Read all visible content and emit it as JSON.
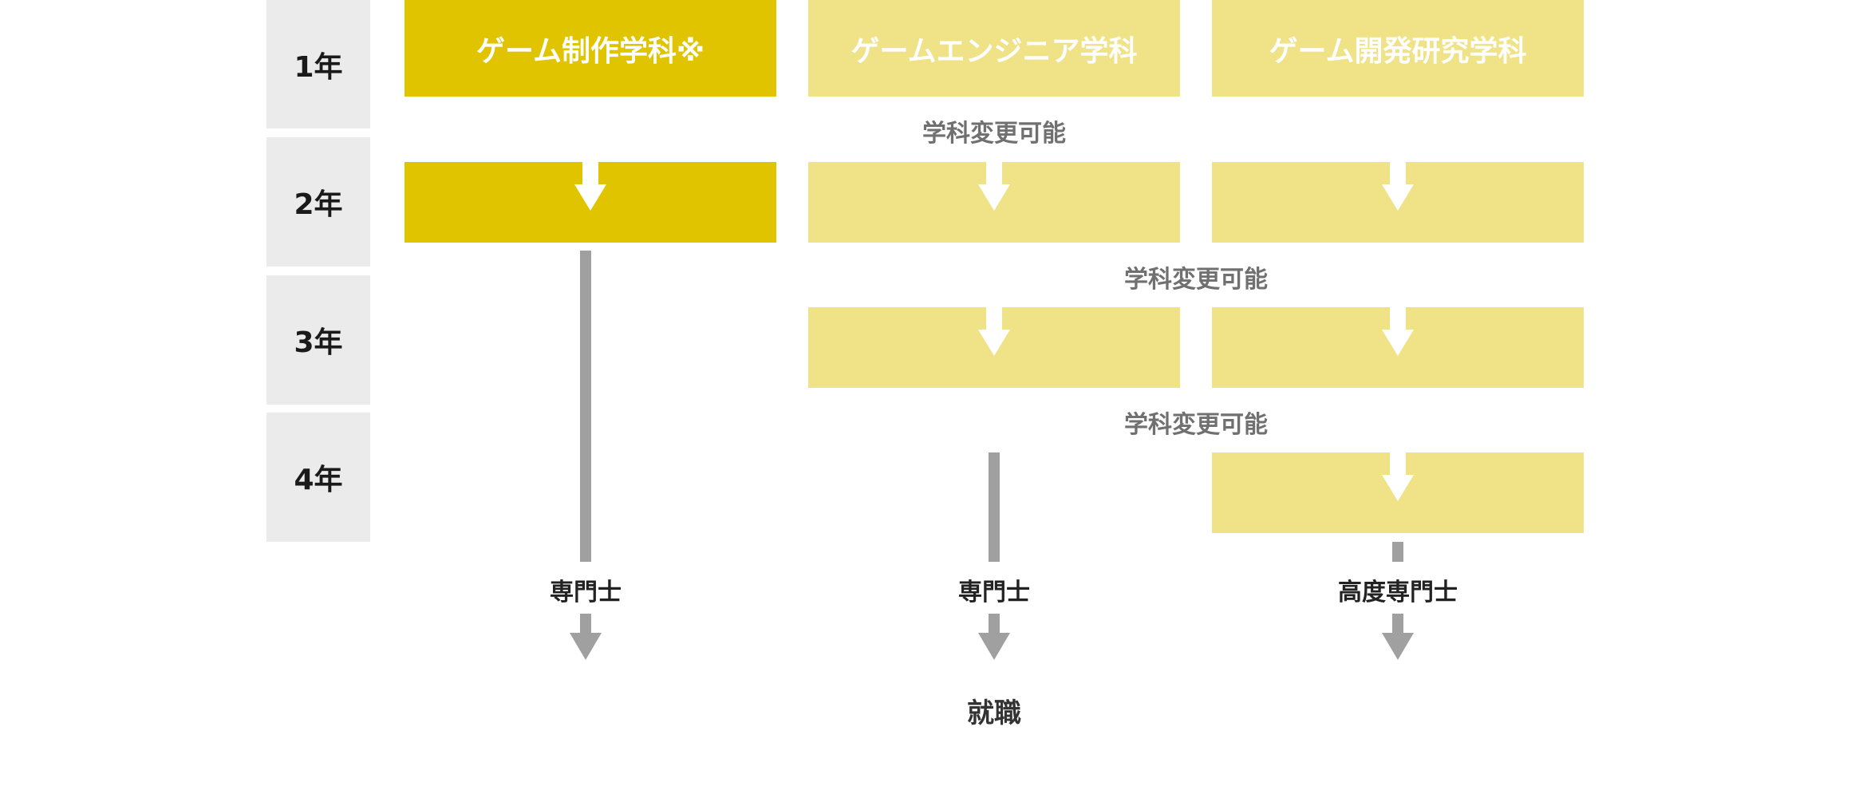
{
  "years": [
    "1年",
    "2年",
    "3年",
    "4年"
  ],
  "departments": [
    {
      "name": "ゲーム制作学科※",
      "color": "#e0c400"
    },
    {
      "name": "ゲームエンジニア学科",
      "color": "#efe287"
    },
    {
      "name": "ゲーム開発研究学科",
      "color": "#efe287"
    }
  ],
  "transfer_labels": [
    "学科変更可能",
    "学科変更可能",
    "学科変更可能"
  ],
  "outcomes": [
    "専門士",
    "専門士",
    "高度専門士"
  ],
  "final": "就職"
}
